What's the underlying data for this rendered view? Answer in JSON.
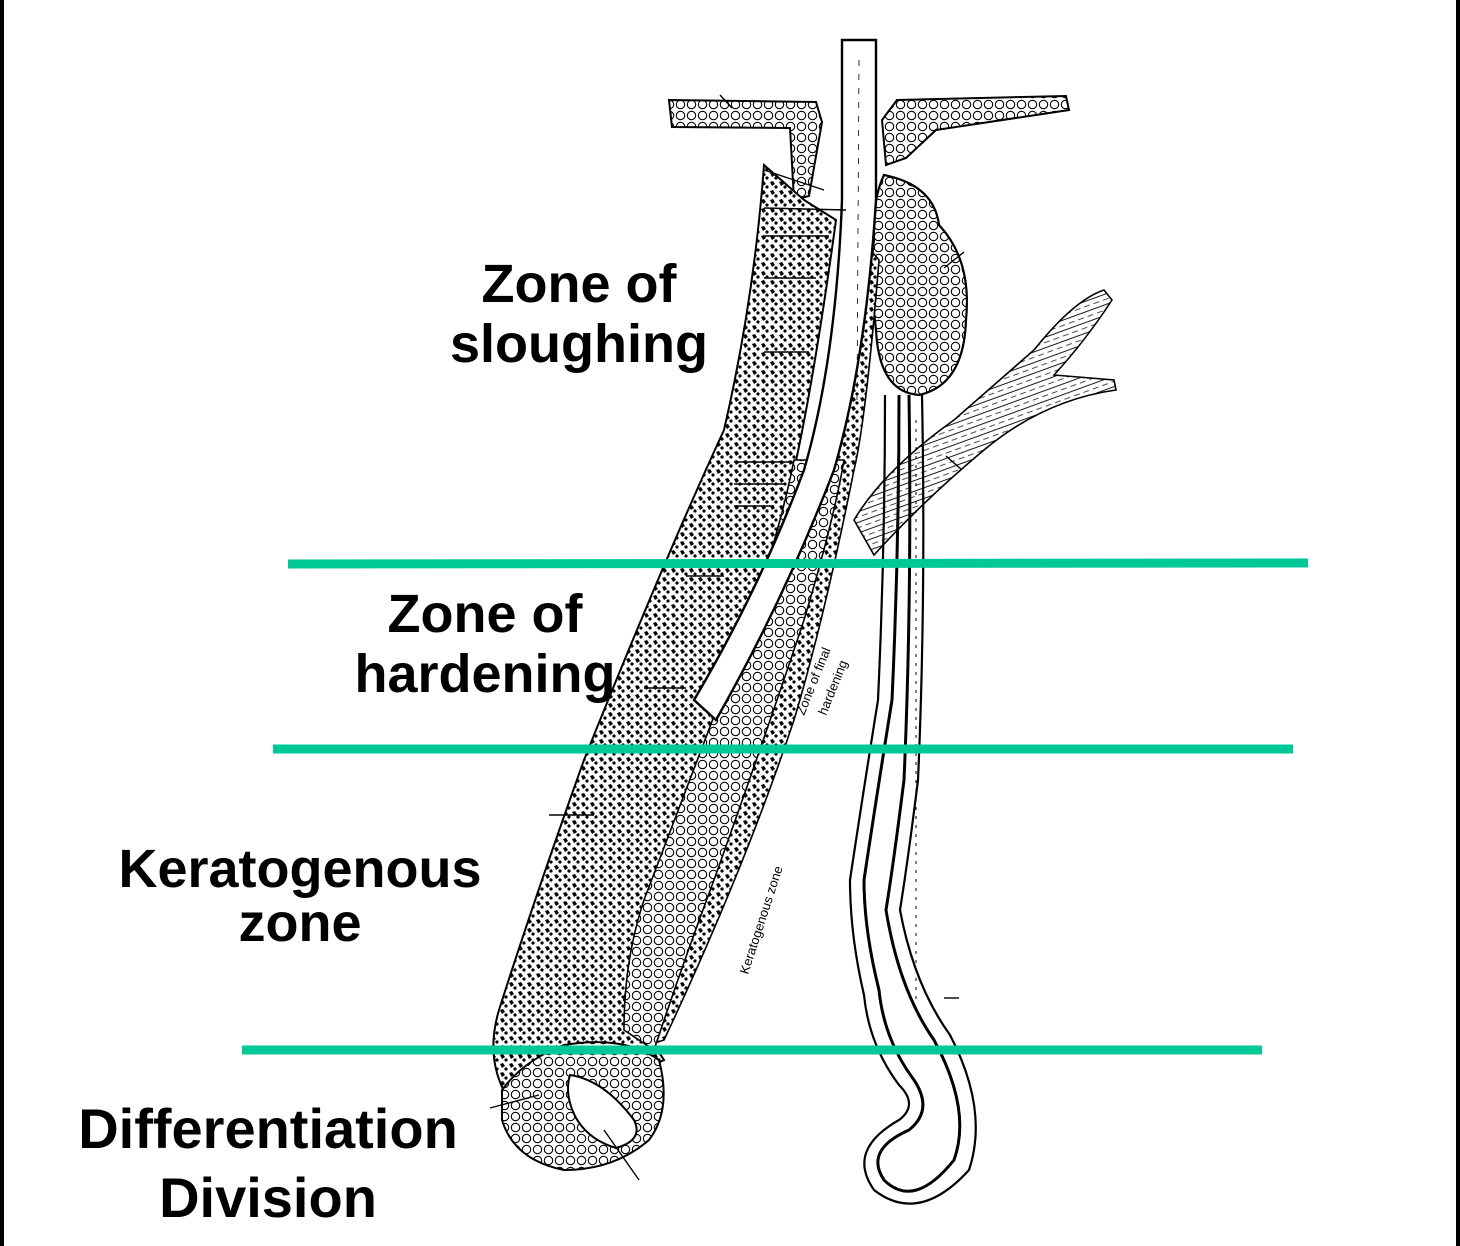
{
  "colors": {
    "divider": "#00c896",
    "ink": "#000000",
    "paper": "#ffffff",
    "frame": "#000000"
  },
  "labels": {
    "sloughing": {
      "line1": "Zone of",
      "line2": "sloughing"
    },
    "hardening": {
      "line1": "Zone of",
      "line2": "hardening"
    },
    "keratogenous": {
      "line1": "Keratogenous",
      "line2": "zone"
    },
    "bulb": {
      "line1": "Differentiation",
      "line2": "Division"
    }
  },
  "inner_labels": {
    "final_hardening": {
      "line1": "Zone of final",
      "line2": "hardening"
    },
    "keratogenous": "Keratogenous zone"
  }
}
